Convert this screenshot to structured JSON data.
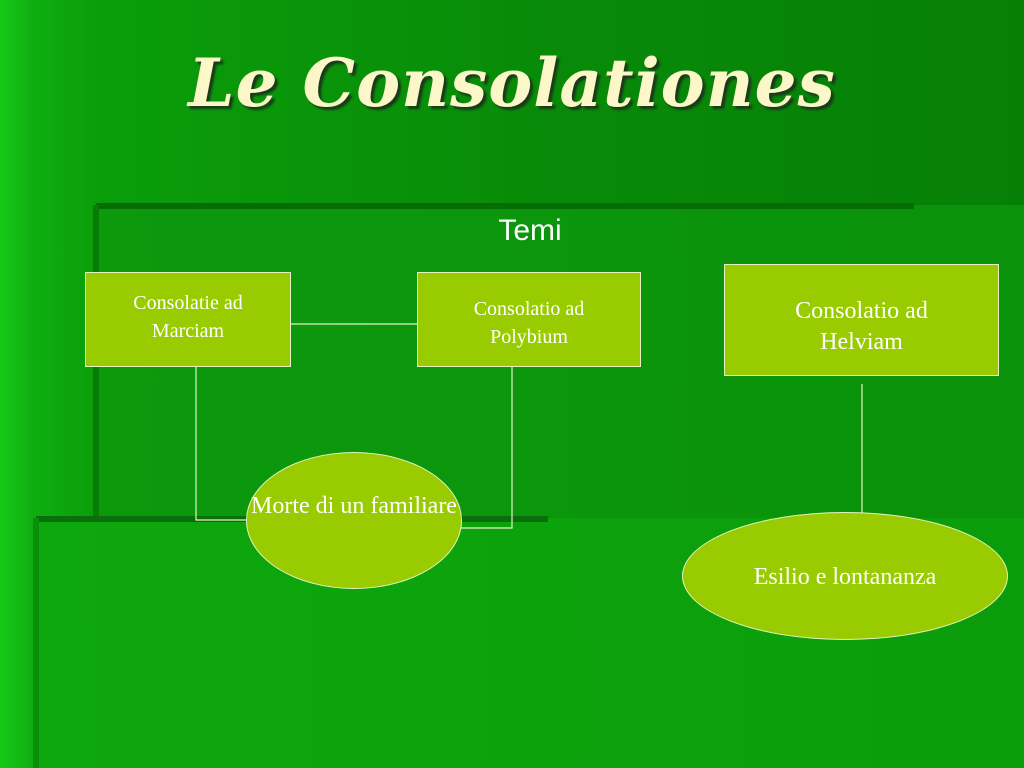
{
  "slide": {
    "title": "Le Consolationes",
    "subtitle": "Temi"
  },
  "nodes": {
    "marciam": {
      "line1": "Consolatie ad",
      "line2": "Marciam"
    },
    "polybium": {
      "line1": "Consolatio ad",
      "line2": "Polybium"
    },
    "helviam": {
      "line1": "Consolatio ad",
      "line2": "Helviam"
    }
  },
  "themes": {
    "morte": {
      "line1": "Morte di un",
      "line2": "familiare"
    },
    "esilio": {
      "line1": "Esilio e lontananza"
    }
  },
  "colors": {
    "background": "#088a08",
    "node_fill": "#99cc00",
    "node_border": "#e6f2c0",
    "title_text": "#fbf7c8",
    "node_text": "#ffffff"
  }
}
